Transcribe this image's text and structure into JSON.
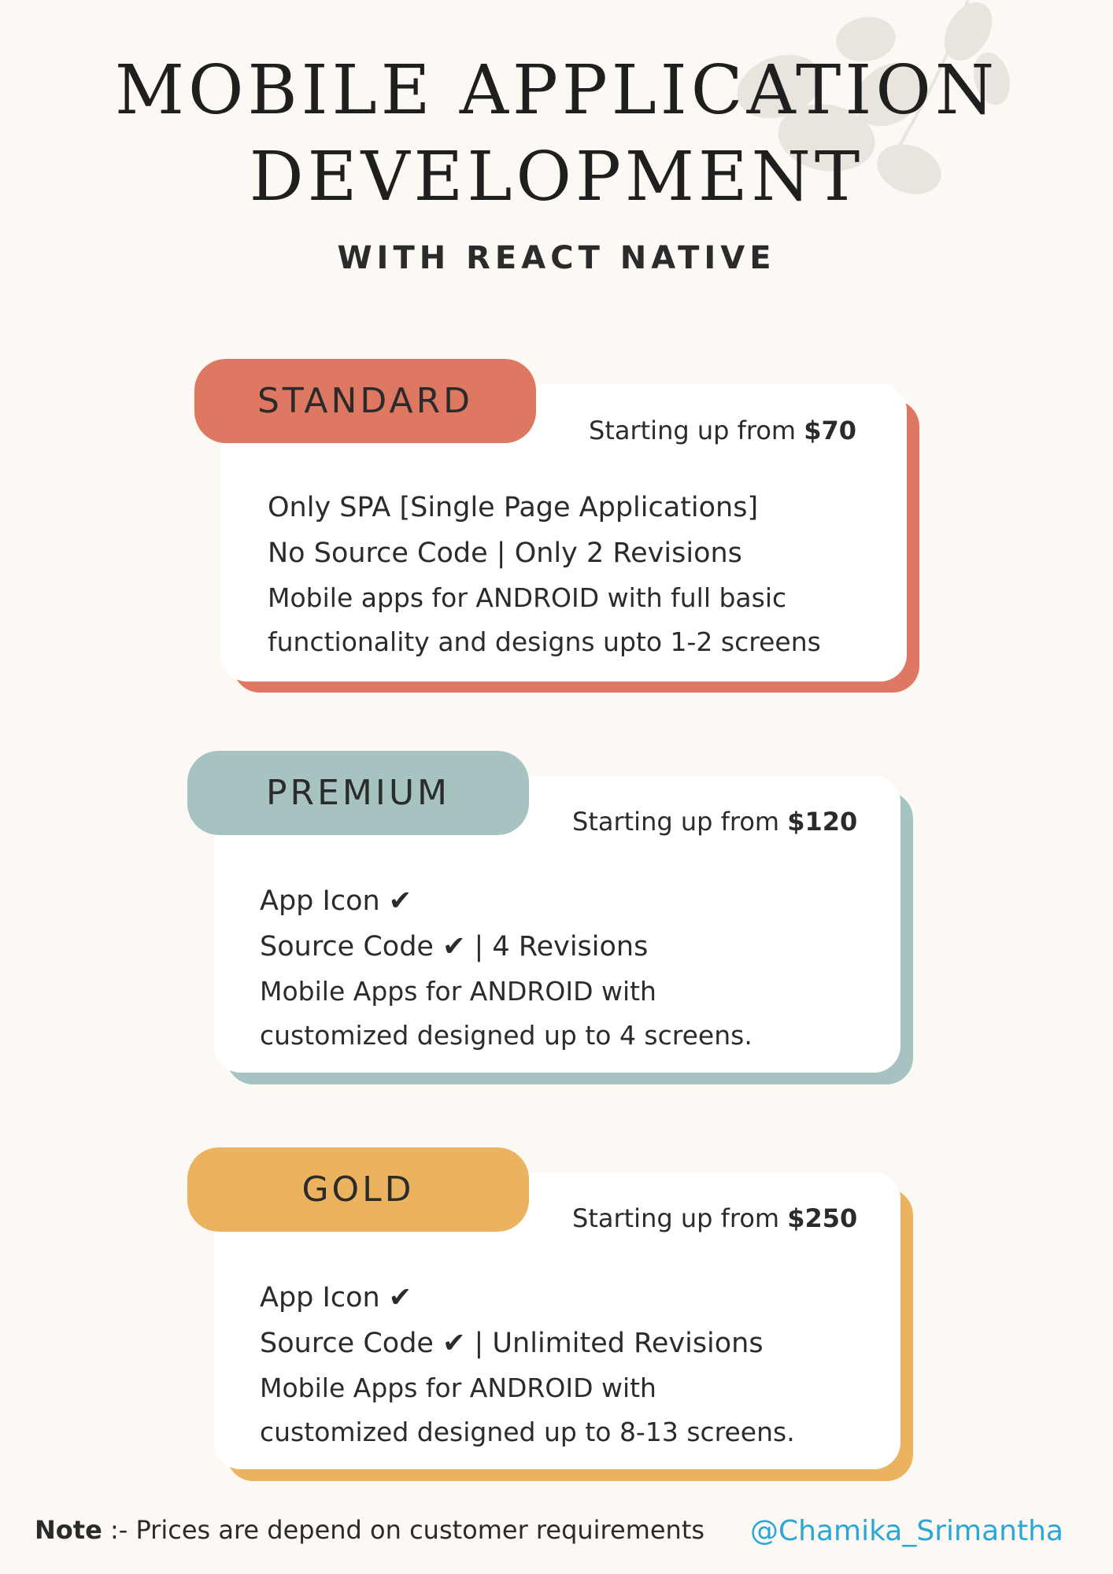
{
  "header": {
    "title_line1": "MOBILE APPLICATION",
    "title_line2": "DEVELOPMENT",
    "subtitle": "WITH REACT NATIVE"
  },
  "plans": [
    {
      "name": "STANDARD",
      "price_prefix": "Starting up from ",
      "price": "$70",
      "color": "#df7862",
      "features": [
        "Only SPA [Single Page Applications]",
        "No Source Code | Only 2 Revisions",
        "Mobile apps for ANDROID with full basic",
        "functionality and designs upto 1-2 screens"
      ]
    },
    {
      "name": "PREMIUM",
      "price_prefix": "Starting up from ",
      "price": "$120",
      "color": "#a6c3c1",
      "features": [
        "App Icon ✔",
        "Source Code ✔ | 4 Revisions",
        "Mobile Apps for ANDROID with",
        "customized designed up to 4 screens."
      ]
    },
    {
      "name": "GOLD",
      "price_prefix": "Starting up from ",
      "price": "$250",
      "color": "#ebb35f",
      "features": [
        "App Icon ✔",
        "Source Code ✔ | Unlimited Revisions",
        "Mobile Apps for ANDROID with",
        "customized designed up to 8-13 screens."
      ]
    }
  ],
  "footer": {
    "note_label": "Note",
    "note_text": " :- Prices are depend on customer requirements",
    "handle": "@Chamika_Srimantha"
  },
  "icons": {
    "decoration": "leaf-branch-icon",
    "check": "checkmark-icon"
  }
}
